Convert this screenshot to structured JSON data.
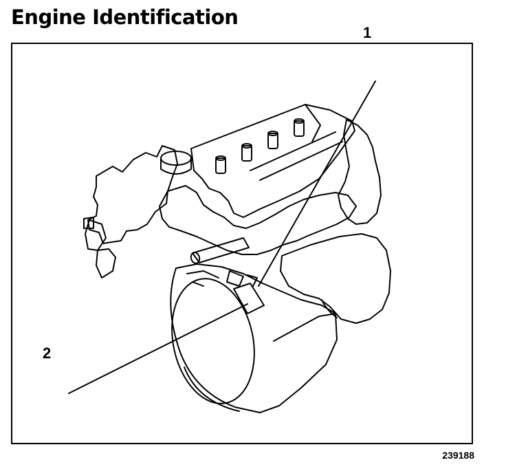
{
  "title": "Engine Identification",
  "figure_number": "239188",
  "callouts": [
    {
      "label": "1"
    },
    {
      "label": "2"
    }
  ]
}
